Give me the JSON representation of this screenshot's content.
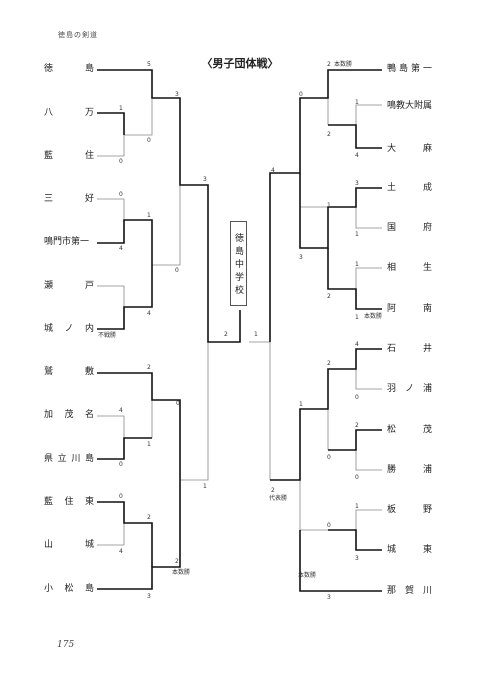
{
  "header": "徳島の剣道",
  "title": "〈男子団体戦〉",
  "winner": "徳島中学校",
  "page_number": "175",
  "left_teams": [
    "徳島",
    "八万",
    "藍住",
    "三好",
    "鳴門市第一",
    "瀬戸",
    "城ノ内",
    "鷲敷",
    "加茂名",
    "県立川島",
    "藍住東",
    "山城",
    "小松島"
  ],
  "right_teams": [
    "鴨島第一",
    "鳴教大附属",
    "大麻",
    "土成",
    "国府",
    "相生",
    "阿南",
    "石井",
    "羽ノ浦",
    "松茂",
    "勝浦",
    "板野",
    "城東",
    "那賀川"
  ],
  "scores": [
    "5",
    "1",
    "0",
    "0",
    "3",
    "0",
    "1",
    "4",
    "0",
    "4",
    "3",
    "0",
    "2",
    "4",
    "1",
    "0",
    "0",
    "2",
    "4",
    "2",
    "1",
    "3",
    "2",
    "1",
    "2",
    "0",
    "2",
    "4",
    "1",
    "3",
    "1",
    "1",
    "3",
    "1",
    "4",
    "2",
    "4",
    "0",
    "1",
    "2",
    "0",
    "2",
    "0",
    "1",
    "0",
    "3",
    "3",
    "2",
    "1"
  ],
  "notes": [
    "本数勝",
    "不戦勝",
    "本数勝",
    "本数勝",
    "代表勝",
    "本数勝"
  ]
}
